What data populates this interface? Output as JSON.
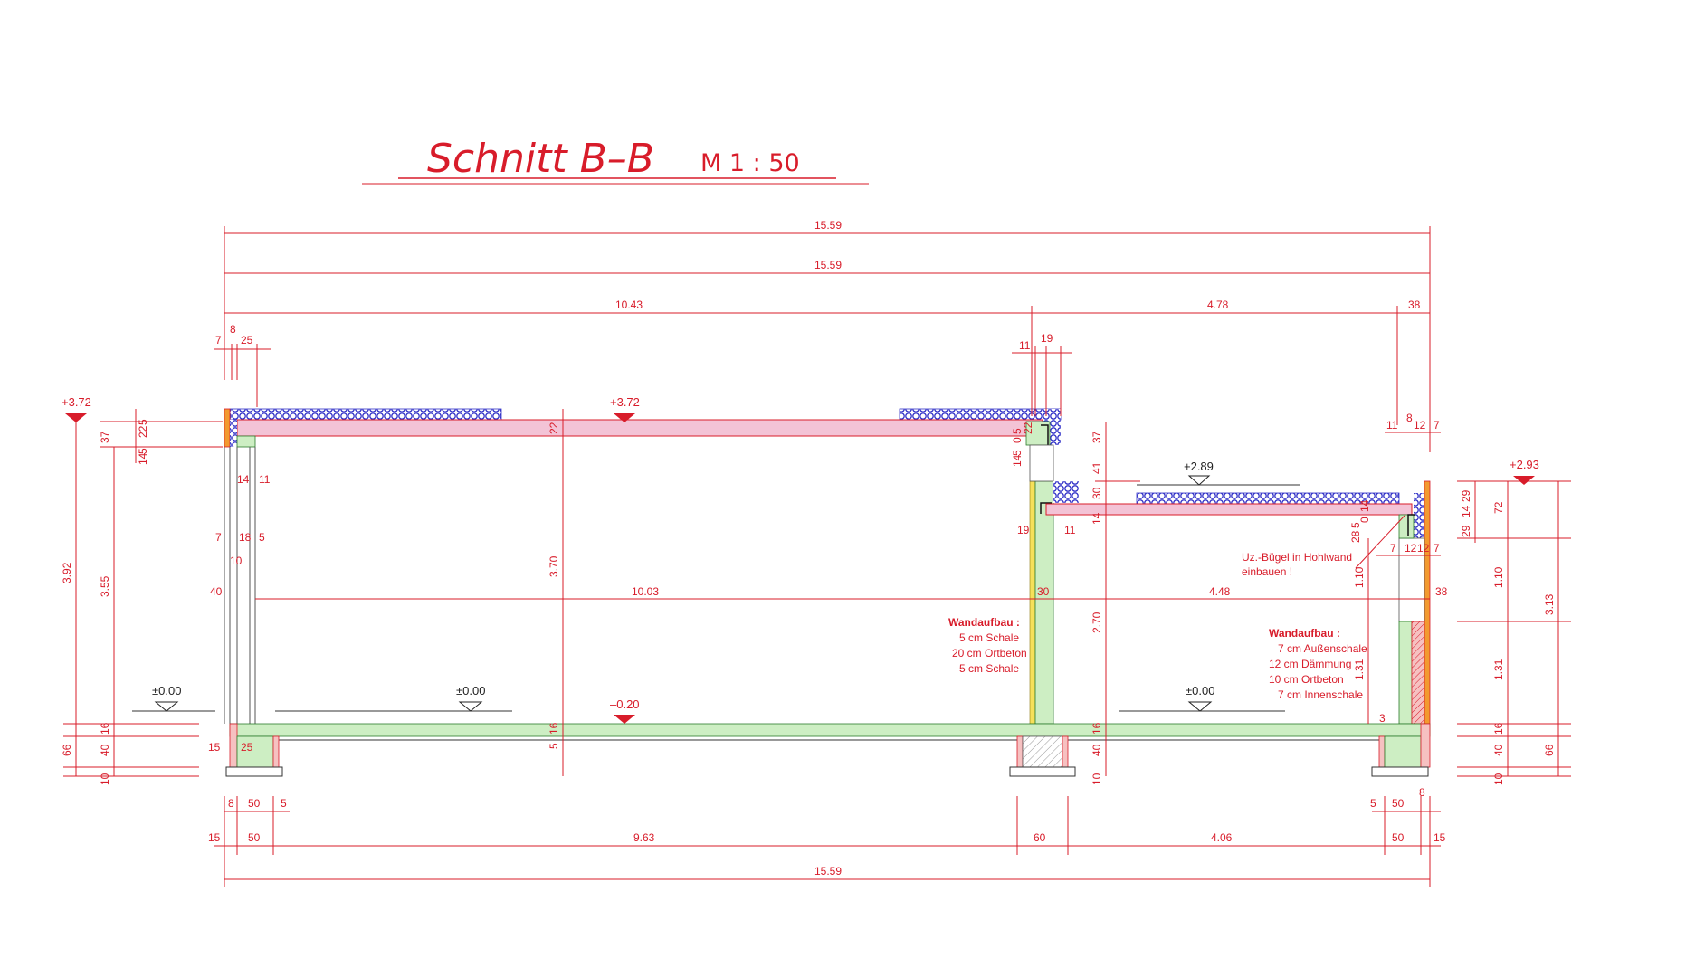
{
  "title": "Schnitt  B–B",
  "scale": "M 1 : 50",
  "dims_top": {
    "overall_1": "15.59",
    "overall_2": "15.59",
    "left_span": "10.43",
    "right_span": "4.78",
    "end_38": "38",
    "d7": "7",
    "d8": "8",
    "d25": "25",
    "d11": "11",
    "d19": "19",
    "r11": "11",
    "r8": "8",
    "r12": "12",
    "r7": "7"
  },
  "levels": {
    "left_top": "+3.72",
    "mid_top": "+3.72",
    "right_mid": "+2.89",
    "right_top": "+2.93",
    "floor_left": "±0.00",
    "floor_mid": "±0.00",
    "floor_right": "±0.00",
    "floor_inner": "–0.20"
  },
  "dims_left": {
    "v392": "3.92",
    "v355": "3.55",
    "v66": "66",
    "v10": "10",
    "v37": "37",
    "v22": "22",
    "v5a": "5",
    "v14": "14",
    "v5b": "5",
    "v40": "40",
    "v16": "16",
    "v40b": "40"
  },
  "dims_wall_left": {
    "a14": "14",
    "a11": "11",
    "b7": "7",
    "b18": "18",
    "b5": "5",
    "b10": "10",
    "c15": "15",
    "c25": "25"
  },
  "dims_mid": {
    "h370": "3.70",
    "h22": "22",
    "h16": "16",
    "h5": "5",
    "span_1003": "10.03",
    "span_448": "4.48",
    "w30": "30",
    "w38": "38",
    "m37": "37",
    "m41": "41",
    "m30": "30",
    "m14": "14",
    "m270": "2.70",
    "m16": "16",
    "m40": "40",
    "m10": "10",
    "m19": "19",
    "m11": "11",
    "m0": "0",
    "m5": "5",
    "m22": "22",
    "m14b": "14",
    "m5b": "5"
  },
  "dims_right": {
    "r72": "72",
    "r110": "1.10",
    "r131": "1.31",
    "r16": "16",
    "r40": "40",
    "r10": "10",
    "r66": "66",
    "r313": "3.13",
    "rr29a": "29",
    "rr14": "14",
    "rr29b": "29",
    "rw7a": "7",
    "rw12a": "12",
    "rw12b": "12",
    "rw7b": "7",
    "rin110": "1.10",
    "rin131": "1.31",
    "rin3": "3",
    "rt28": "28",
    "rt5": "5",
    "rt0": "0",
    "rt14": "14"
  },
  "dims_bottom": {
    "b8": "8",
    "b50": "50",
    "b5": "5",
    "b15": "15",
    "b50b": "50",
    "b963": "9.63",
    "b60": "60",
    "b406": "4.06",
    "b50c": "50",
    "b15b": "15",
    "r5": "5",
    "r50": "50",
    "r8": "8",
    "overall": "15.59"
  },
  "notes": {
    "wall1_title": "Wandaufbau :",
    "wall1_lines": [
      "5 cm Schale",
      "20 cm Ortbeton",
      "5 cm Schale"
    ],
    "wall2_title": "Wandaufbau :",
    "wall2_lines": [
      "7 cm Außenschale",
      "12 cm Dämmung",
      "10 cm Ortbeton",
      "7 cm Innenschale"
    ],
    "callout": [
      "Uz.-Bügel in Hohlwand",
      "einbauen !"
    ]
  },
  "colors": {
    "red": "#d81c2a",
    "concrete": "#cdeec3",
    "slab": "#f3c3d6",
    "insulation_blue": "#3232c8",
    "orange": "#f29a30",
    "yellow": "#f6e05a"
  }
}
